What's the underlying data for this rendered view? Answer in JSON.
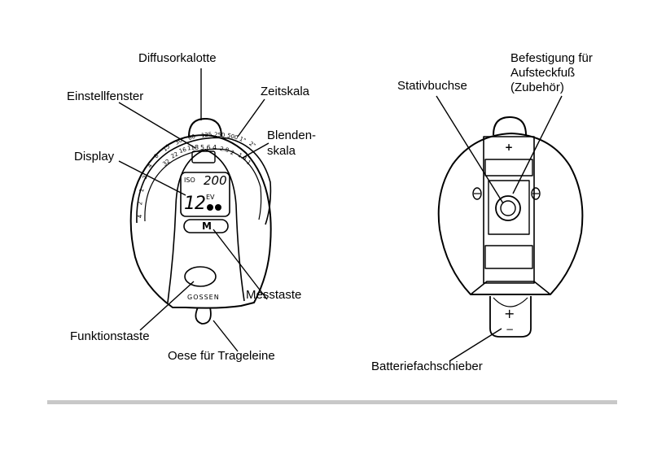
{
  "labels": {
    "diffusorkalotte": "Diffusorkalotte",
    "zeitskala": "Zeitskala",
    "einstellfenster": "Einstellfenster",
    "blenden1": "Blenden-",
    "blenden2": "skala",
    "display": "Display",
    "messtaste": "Messtaste",
    "funktionstaste": "Funktionstaste",
    "oese": "Oese für Trageleine",
    "stativbuchse": "Stativbuchse",
    "befestigung1": "Befestigung für",
    "befestigung2": "Aufsteckfuß",
    "befestigung3": "(Zubehör)",
    "batteriefach": "Batteriefachschieber"
  },
  "device": {
    "iso": "ISO",
    "iso_value": "200",
    "ev_number": "12",
    "ev_unit": "EV",
    "m_button": "M",
    "brand": "GOSSEN",
    "plus": "+",
    "battery_plus": "+",
    "battery_minus": "−",
    "time_scale": [
      "30",
      "60",
      "125",
      "250",
      "500",
      "1\"",
      "2\""
    ],
    "time_scale_left": [
      "15",
      "8",
      "4",
      "2",
      "1",
      "2",
      "4"
    ],
    "aperture_scale": [
      "16",
      "11",
      "8",
      "5.6",
      "4",
      "2.8",
      "2",
      "1.4",
      "1"
    ],
    "aperture_scale_left": [
      "32",
      "22"
    ]
  }
}
